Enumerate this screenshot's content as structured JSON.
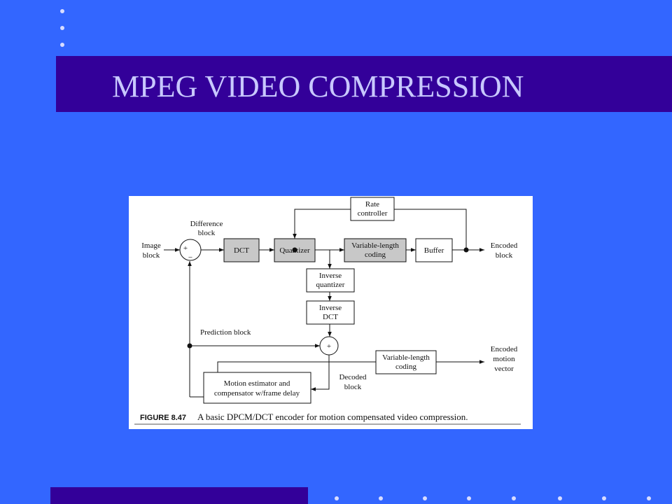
{
  "slide": {
    "title": "MPEG VIDEO COMPRESSION",
    "colors": {
      "background": "#3366ff",
      "band": "#330099",
      "title_text": "#c8c8ff",
      "dots": "#d8dcff"
    }
  },
  "diagram": {
    "labels": {
      "rate_controller": [
        "Rate",
        "controller"
      ],
      "difference_block": [
        "Difference",
        "block"
      ],
      "image_block": [
        "Image",
        "block"
      ],
      "plus_sign": "+",
      "minus_sign": "−",
      "dct": "DCT",
      "quantizer": "Quantizer",
      "vlc_top": [
        "Variable-length",
        "coding"
      ],
      "buffer": "Buffer",
      "encoded_block": [
        "Encoded",
        "block"
      ],
      "inverse_quantizer": [
        "Inverse",
        "quantizer"
      ],
      "inverse_dct": [
        "Inverse",
        "DCT"
      ],
      "prediction_block": "Prediction block",
      "adder_sign": "+",
      "vlc_bottom": [
        "Variable-length",
        "coding"
      ],
      "encoded_motion_vector": [
        "Encoded",
        "motion",
        "vector"
      ],
      "decoded_block": [
        "Decoded",
        "block"
      ],
      "motion_estimator": [
        "Motion estimator and",
        "compensator w/frame delay"
      ]
    },
    "caption": {
      "label": "FIGURE 8.47",
      "text": "A basic DPCM/DCT encoder for motion compensated video compression."
    }
  }
}
